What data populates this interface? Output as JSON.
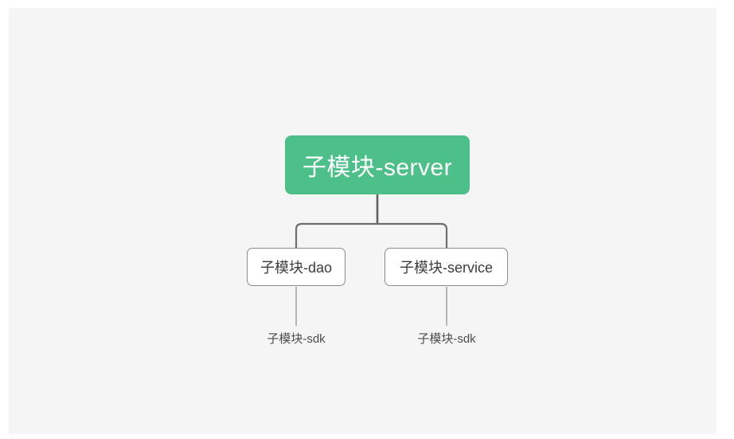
{
  "mindmap": {
    "root": {
      "label": "子模块-server",
      "fill_color": "#4dbf88",
      "text_color": "#ffffff"
    },
    "children": [
      {
        "label": "子模块-dao",
        "children": [
          {
            "label": "子模块-sdk"
          }
        ]
      },
      {
        "label": "子模块-service",
        "children": [
          {
            "label": "子模块-sdk"
          }
        ]
      }
    ],
    "style": {
      "canvas_color": "#f5f5f6",
      "page_color": "#ffffff",
      "connector_color": "#6e6e6e",
      "leaf_stem_color": "#999999",
      "child_border_color": "#8b8b8b",
      "child_text_color": "#3c3c3c",
      "leaf_text_color": "#4e4e4e"
    }
  }
}
